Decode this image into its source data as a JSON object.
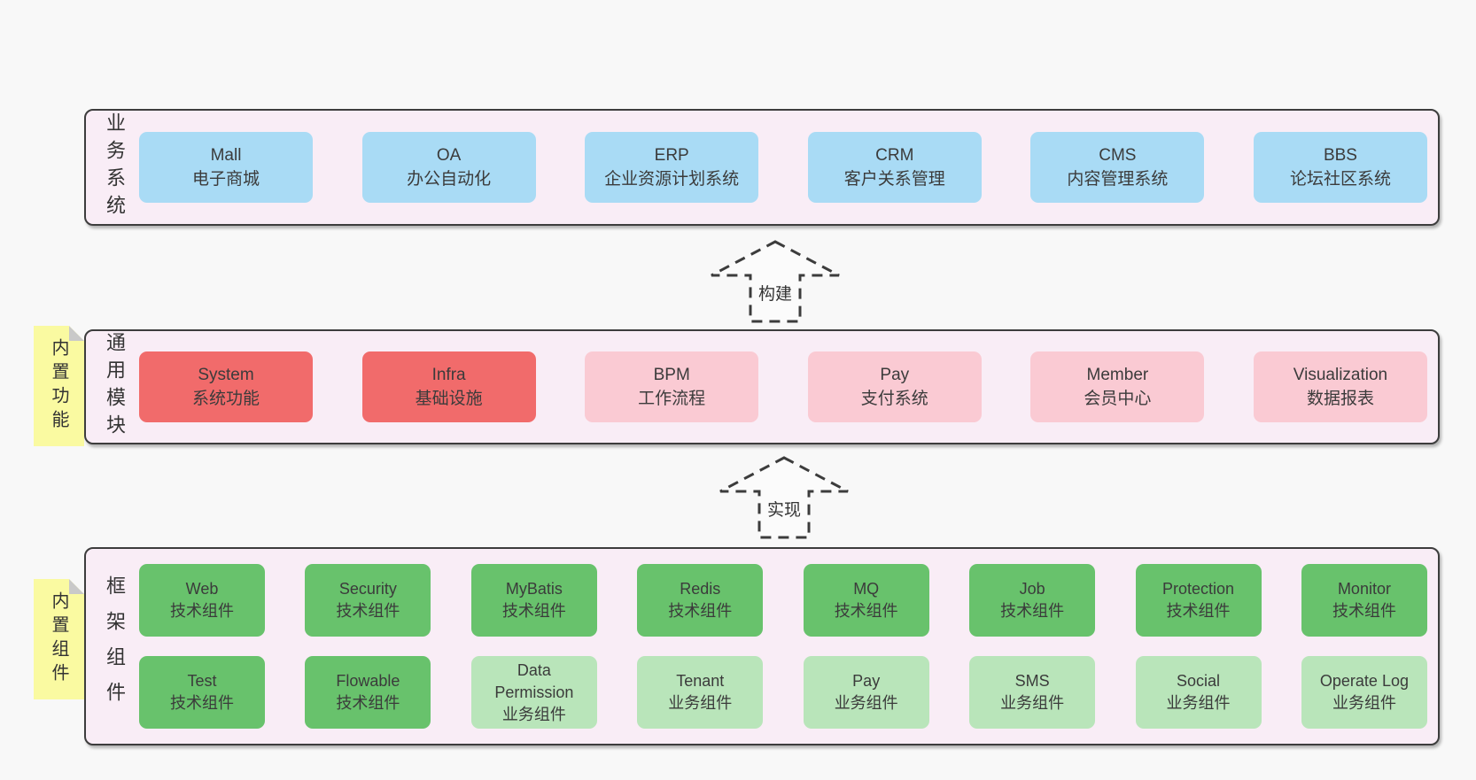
{
  "colors": {
    "page_bg": "#f8f8f8",
    "layer_bg": "#f9edf6",
    "layer_border": "#3d3d3d",
    "blue": "#a9dbf5",
    "red": "#f16b6b",
    "pink": "#facad3",
    "green": "#68c26c",
    "lightgreen": "#b9e5ba",
    "note_bg": "#fafaa1",
    "note_fold": "#c9c9c9",
    "text": "#3a3a3a"
  },
  "notes": [
    {
      "text": "内置功能"
    },
    {
      "text": "内置组件"
    }
  ],
  "arrows": [
    {
      "label": "构建"
    },
    {
      "label": "实现"
    }
  ],
  "layers": [
    {
      "side_label": "业务系统",
      "rows": [
        [
          {
            "name": "Mall",
            "desc": "电子商城",
            "variant": "blue"
          },
          {
            "name": "OA",
            "desc": "办公自动化",
            "variant": "blue"
          },
          {
            "name": "ERP",
            "desc": "企业资源计划系统",
            "variant": "blue"
          },
          {
            "name": "CRM",
            "desc": "客户关系管理",
            "variant": "blue"
          },
          {
            "name": "CMS",
            "desc": "内容管理系统",
            "variant": "blue"
          },
          {
            "name": "BBS",
            "desc": "论坛社区系统",
            "variant": "blue"
          }
        ]
      ]
    },
    {
      "side_label": "通用模块",
      "rows": [
        [
          {
            "name": "System",
            "desc": "系统功能",
            "variant": "red"
          },
          {
            "name": "Infra",
            "desc": "基础设施",
            "variant": "red"
          },
          {
            "name": "BPM",
            "desc": "工作流程",
            "variant": "pink"
          },
          {
            "name": "Pay",
            "desc": "支付系统",
            "variant": "pink"
          },
          {
            "name": "Member",
            "desc": "会员中心",
            "variant": "pink"
          },
          {
            "name": "Visualization",
            "desc": "数据报表",
            "variant": "pink"
          }
        ]
      ]
    },
    {
      "side_label": "框架组件",
      "rows": [
        [
          {
            "name": "Web",
            "desc": "技术组件",
            "variant": "green"
          },
          {
            "name": "Security",
            "desc": "技术组件",
            "variant": "green"
          },
          {
            "name": "MyBatis",
            "desc": "技术组件",
            "variant": "green"
          },
          {
            "name": "Redis",
            "desc": "技术组件",
            "variant": "green"
          },
          {
            "name": "MQ",
            "desc": "技术组件",
            "variant": "green"
          },
          {
            "name": "Job",
            "desc": "技术组件",
            "variant": "green"
          },
          {
            "name": "Protection",
            "desc": "技术组件",
            "variant": "green"
          },
          {
            "name": "Monitor",
            "desc": "技术组件",
            "variant": "green"
          }
        ],
        [
          {
            "name": "Test",
            "desc": "技术组件",
            "variant": "green"
          },
          {
            "name": "Flowable",
            "desc": "技术组件",
            "variant": "green"
          },
          {
            "name": "Data Permission",
            "desc": "业务组件",
            "variant": "lightgreen"
          },
          {
            "name": "Tenant",
            "desc": "业务组件",
            "variant": "lightgreen"
          },
          {
            "name": "Pay",
            "desc": "业务组件",
            "variant": "lightgreen"
          },
          {
            "name": "SMS",
            "desc": "业务组件",
            "variant": "lightgreen"
          },
          {
            "name": "Social",
            "desc": "业务组件",
            "variant": "lightgreen"
          },
          {
            "name": "Operate Log",
            "desc": "业务组件",
            "variant": "lightgreen"
          }
        ]
      ]
    }
  ]
}
